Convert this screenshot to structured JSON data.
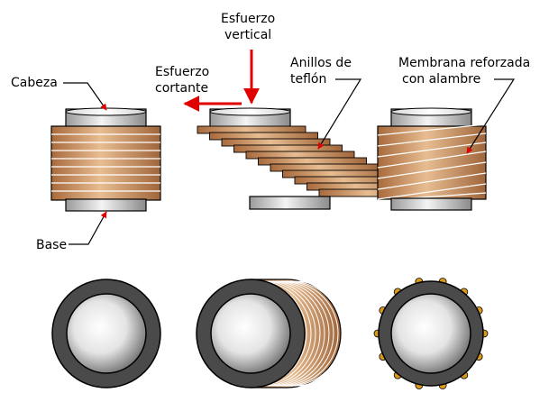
{
  "labels": {
    "cabeza": "Cabeza",
    "base": "Base",
    "esfuerzo_vertical_1": "Esfuerzo",
    "esfuerzo_vertical_2": "vertical",
    "esfuerzo_cortante_1": "Esfuerzo",
    "esfuerzo_cortante_2": "cortante",
    "anillos_1": "Anillos de",
    "anillos_2": "teflón",
    "membrana_1": "Membrana reforzada",
    "membrana_2": "con alambre"
  },
  "colors": {
    "ring_brown": "#b87a4b",
    "ring_light": "#e2b48a",
    "arrow_red": "#e00000",
    "outer_gray": "#4a4a4a",
    "wire_gold": "#d99a1c"
  }
}
